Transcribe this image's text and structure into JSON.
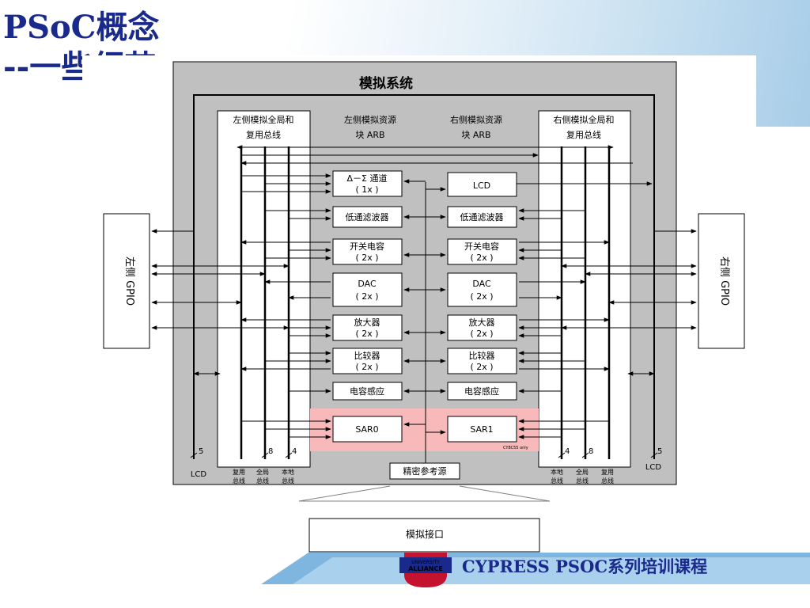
{
  "slide": {
    "title_line1": "PSoC概念",
    "title_line2": "--一些细节",
    "footer": "CYPRESS  PSOC系列培训课程",
    "logo_text": [
      "UNIVERSITY",
      "ALLIANCE"
    ]
  },
  "diagram": {
    "system_title": "模拟系统",
    "left_bus_label": [
      "左侧模拟全局和",
      "复用总线"
    ],
    "right_bus_label": [
      "右侧模拟全局和",
      "复用总线"
    ],
    "left_arb_label": [
      "左侧模拟资源",
      "块 ARB"
    ],
    "right_arb_label": [
      "右侧模拟资源",
      "块 ARB"
    ],
    "left_gpio": "左侧 GPIO",
    "right_gpio": "右侧 GPIO",
    "left_blocks": [
      [
        "Δ－Σ 通道",
        "( 1x )"
      ],
      [
        "低通滤波器"
      ],
      [
        "开关电容",
        "( 2x )"
      ],
      [
        "DAC",
        "( 2x )"
      ],
      [
        "放大器",
        "( 2x )"
      ],
      [
        "比较器",
        "( 2x )"
      ],
      [
        "电容感应"
      ],
      [
        "SAR0"
      ]
    ],
    "right_blocks": [
      [
        "LCD"
      ],
      [
        "低通滤波器"
      ],
      [
        "开关电容",
        "( 2x )"
      ],
      [
        "DAC",
        "( 2x )"
      ],
      [
        "放大器",
        "( 2x )"
      ],
      [
        "比较器",
        "( 2x )"
      ],
      [
        "电容感应"
      ],
      [
        "SAR1"
      ]
    ],
    "reference": "精密参考源",
    "analog_interface": "模拟接口",
    "cy_note": "CY8C55 only",
    "bus_counts": {
      "lcd_left": "5",
      "global": "8",
      "local": "4",
      "lcd_right": "5"
    },
    "left_bottom_labels": [
      [
        "复用",
        "总线"
      ],
      [
        "全局",
        "总线"
      ],
      [
        "本地",
        "总线"
      ]
    ],
    "right_bottom_labels": [
      [
        "本地",
        "总线"
      ],
      [
        "全局",
        "总线"
      ],
      [
        "复用",
        "总线"
      ]
    ],
    "lcd_label": "LCD"
  },
  "colors": {
    "title": "#1a2a8c",
    "panel": "#c0c0c0",
    "sar_highlight": "#f7b9b9",
    "footer_band": "#7fb6df"
  }
}
